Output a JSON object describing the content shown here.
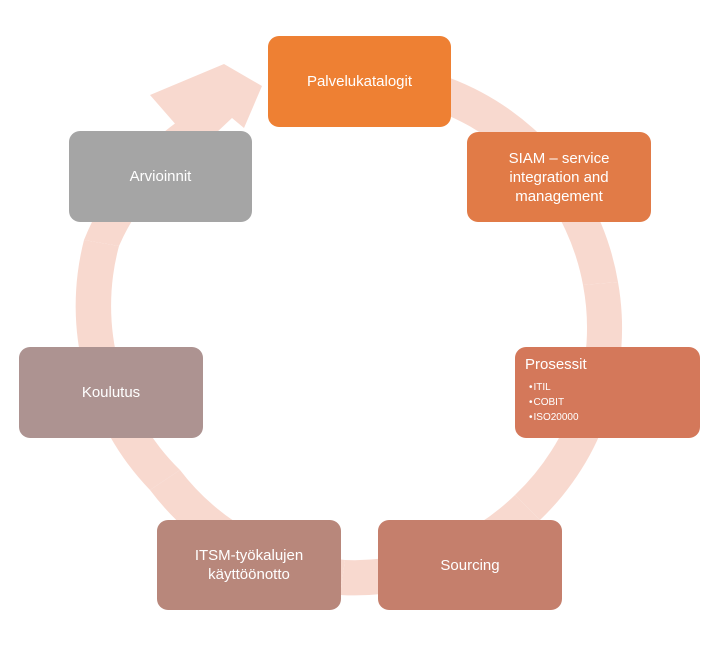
{
  "diagram": {
    "type": "cycle",
    "ring_color": "#f8d9cf",
    "nodes": [
      {
        "id": "palvelukatalogit",
        "label": "Palvelukatalogit",
        "color": "#ee8033"
      },
      {
        "id": "siam",
        "label": "SIAM – service\nintegration and\nmanagement",
        "color": "#e17b47"
      },
      {
        "id": "prosessit",
        "label": "Prosessit",
        "items": [
          "ITIL",
          "COBIT",
          "ISO20000"
        ],
        "color": "#d4785a"
      },
      {
        "id": "sourcing",
        "label": "Sourcing",
        "color": "#c57f6c"
      },
      {
        "id": "itsm",
        "label": "ITSM-työkalujen\nkäyttöönotto",
        "color": "#b8877b"
      },
      {
        "id": "koulutus",
        "label": "Koulutus",
        "color": "#ad9391"
      },
      {
        "id": "arvioinnit",
        "label": "Arvioinnit",
        "color": "#a5a5a5"
      }
    ]
  }
}
